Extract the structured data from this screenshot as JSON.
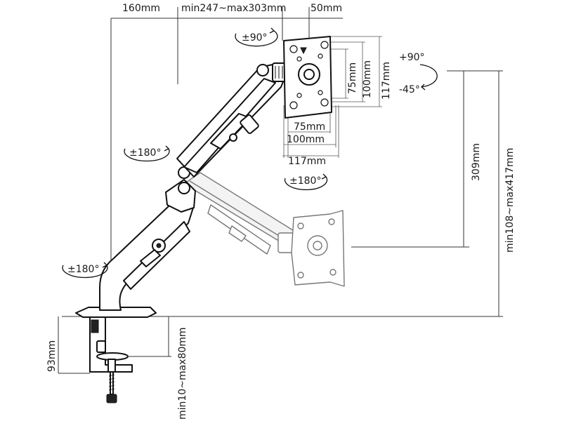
{
  "dimensions": {
    "top_base_offset": "160mm",
    "top_reach": "min247~max303mm",
    "top_plate_offset": "50mm",
    "vesa_h_75": "75mm",
    "vesa_h_100": "100mm",
    "vesa_h_117": "117mm",
    "vesa_v_75": "75mm",
    "vesa_v_100": "100mm",
    "vesa_v_117": "117mm",
    "lift_travel": "309mm",
    "height_range": "min108~max417mm",
    "clamp_height": "93mm",
    "desk_thickness": "min10~max80mm"
  },
  "rotations": {
    "plate_swivel": "±90°",
    "tilt_up": "+90°",
    "tilt_down": "-45°",
    "arm_joint": "±180°",
    "base_joint": "±180°",
    "rotation_plate": "±180°"
  },
  "colors": {
    "line": "#333333",
    "part_outline": "#111111",
    "ghost_outline": "#777777"
  }
}
